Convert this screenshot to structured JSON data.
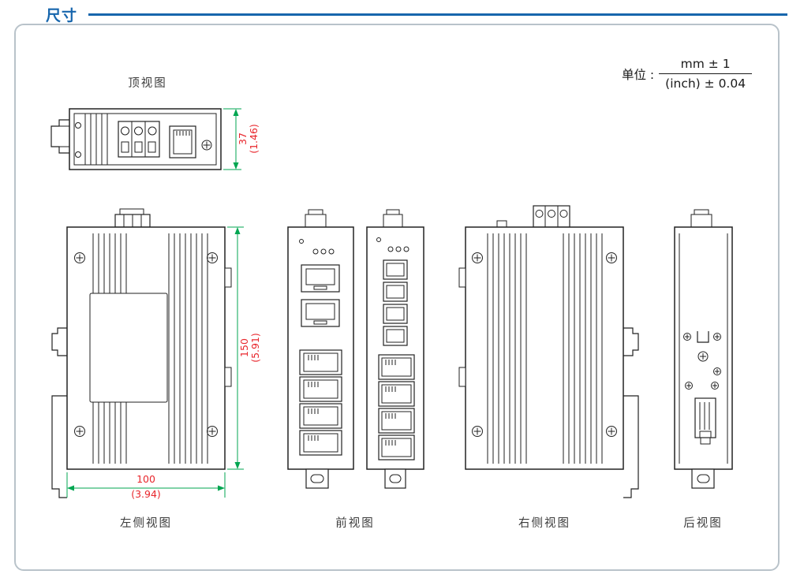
{
  "page": {
    "title": "尺寸"
  },
  "units": {
    "prefix": "单位 :",
    "numerator": "mm ± 1",
    "denominator": "(inch) ± 0.04"
  },
  "views": {
    "top": {
      "label": "顶视图"
    },
    "left": {
      "label": "左侧视图"
    },
    "front": {
      "label": "前视图"
    },
    "right": {
      "label": "右侧视图"
    },
    "rear": {
      "label": "后视图"
    }
  },
  "dimensions": {
    "device_height": {
      "mm": "37",
      "inch": "(1.46)"
    },
    "device_depth": {
      "mm": "150",
      "inch": "(5.91)"
    },
    "device_width": {
      "mm": "100",
      "inch": "(3.94)"
    }
  },
  "colors": {
    "accent_blue": "#1766AD",
    "dimension_text_red": "#E8262C",
    "dimension_line_green": "#00A651",
    "line_art": "#222222",
    "frame_border": "#B9C3CA"
  }
}
